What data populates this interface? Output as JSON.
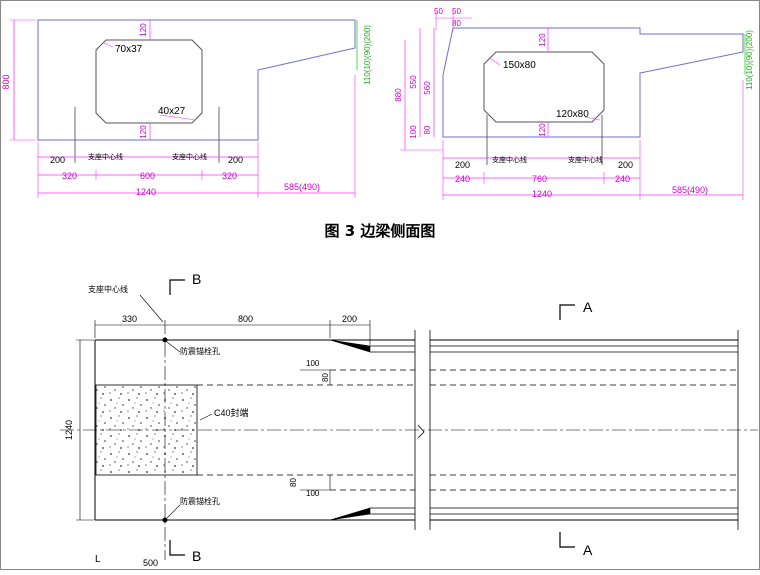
{
  "caption": "图 3  边梁侧面图",
  "top_left": {
    "height_total": "800",
    "top_thick": "120",
    "bottom_thick": "120",
    "chamfer_top": "70x37",
    "chamfer_bottom": "40x27",
    "right_heights": "110(10)(90)(200)",
    "dims_row1": [
      "200",
      "支座中心线",
      "支座中心线",
      "200"
    ],
    "dims_row2": [
      "320",
      "600",
      "320"
    ],
    "total_width": "1240",
    "overhang": "585(490)"
  },
  "top_right": {
    "top_dims": [
      "50",
      "50",
      "80"
    ],
    "left_heights": [
      "880",
      "550",
      "560",
      "100",
      "80"
    ],
    "top_thick": "120",
    "bottom_thick": "120",
    "chamfer_top": "150x80",
    "chamfer_bottom": "120x80",
    "right_heights": "110(10)(90)(200)",
    "dims_row1": [
      "200",
      "支座中心线",
      "支座中心线",
      "200"
    ],
    "dims_row2": [
      "240",
      "760",
      "240"
    ],
    "total_width": "1240",
    "overhang": "585(490)"
  },
  "plan": {
    "section_b": "B",
    "section_a": "A",
    "bearing_line": "支座中心线",
    "dims_top": [
      "330",
      "800",
      "200"
    ],
    "anchor_hole": "防震锚栓孔",
    "dim_100": "100",
    "dim_80": "80",
    "width": "1240",
    "concrete_label": "C40封端",
    "bottom_500": "500",
    "bottom_l": "L",
    "bottom_b": "B"
  }
}
